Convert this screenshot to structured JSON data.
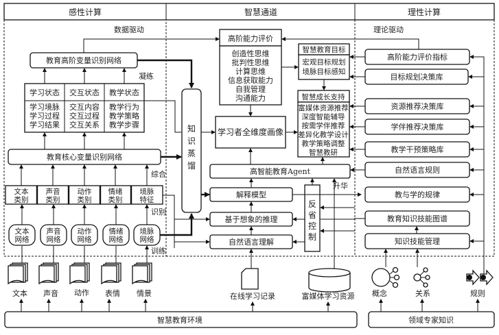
{
  "columns": {
    "left": "感性计算",
    "middle": "智慧通道",
    "right": "理性计算"
  },
  "drivers": {
    "data": "数据驱动",
    "theory": "理论驱动"
  },
  "left": {
    "high_net": "教育高阶变量识别网络",
    "refine": "凝练",
    "states": [
      {
        "title": "学习状态",
        "lines": [
          "学习境脉",
          "学习过程",
          "学习结果"
        ]
      },
      {
        "title": "交互状态",
        "lines": [
          "交互内容",
          "交互过程",
          "交互关系"
        ]
      },
      {
        "title": "教学状态",
        "lines": [
          "教学行为",
          "教学策略",
          "教学步骤"
        ]
      }
    ],
    "core_net": "教育核心变量识别网络",
    "synthesize": "综合",
    "categories": [
      [
        "文本",
        "类别"
      ],
      [
        "声音",
        "类别"
      ],
      [
        "动作",
        "类别"
      ],
      [
        "情绪",
        "类别"
      ],
      [
        "境脉",
        "特征"
      ]
    ],
    "identify": "识别",
    "networks": [
      [
        "文本",
        "网络"
      ],
      [
        "声音",
        "网络"
      ],
      [
        "动作",
        "网络"
      ],
      [
        "情绪",
        "网络"
      ],
      [
        "境脉",
        "网络"
      ]
    ],
    "train": "训练",
    "sources": [
      "文本",
      "声音",
      "动作",
      "表情",
      "情景"
    ]
  },
  "middle": {
    "eval_title": "高阶能力评价",
    "eval_items": [
      "创造性思维",
      "批判性思维",
      "计算思维",
      "信息获取能力",
      "自我管理",
      "沟通能力"
    ],
    "goal_title": "智慧教育目标",
    "goal_items": [
      "宏观目标规划",
      "境脉目标感知"
    ],
    "growth_title": "智慧成长支持",
    "growth_items": [
      "富媒体资源推荐",
      "深度智能辅导",
      "按需学伴推荐",
      "差异化教学设计",
      "教学策略调整",
      "智慧教研"
    ],
    "distill": [
      "知",
      "识",
      "蒸",
      "馏"
    ],
    "portrait": "学习者全维度画像",
    "agent": "高智能教育Agent",
    "sublimate": "升华",
    "explain": "解释模型",
    "imagine": "基于想象的推理",
    "nlu": "自然语言理解",
    "reflect": [
      "反",
      "省",
      "控",
      "制"
    ],
    "online_record": "在线学习记录",
    "media_resource": "富媒体学习资源"
  },
  "right": {
    "libraries": [
      "高阶能力评价指标",
      "目标规划决策库",
      "资源推荐决策库",
      "学伴推荐决策库",
      "教学干预策略库",
      "自然语言规则",
      "教与学的规律",
      "教育知识技能图谱",
      "知识技能管理"
    ],
    "knowledge_types": [
      "概念",
      "关系",
      "规则"
    ]
  },
  "bottom": {
    "environment": "智慧教育环境",
    "expert": "领域专家知识"
  }
}
